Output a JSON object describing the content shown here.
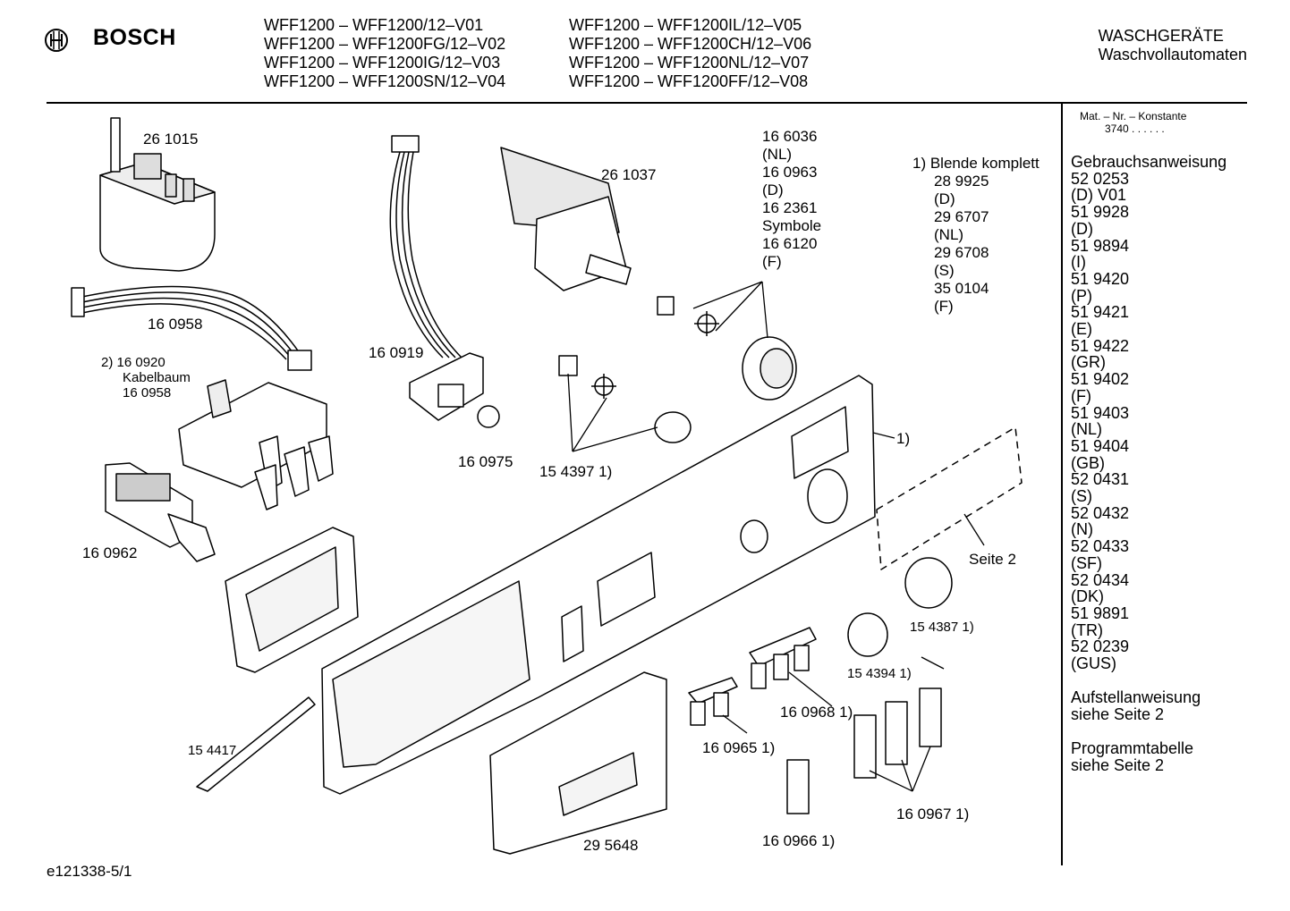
{
  "brand": {
    "name": "BOSCH"
  },
  "header": {
    "models_left": [
      "WFF1200 – WFF1200/12–V01",
      "WFF1200 – WFF1200FG/12–V02",
      "WFF1200 – WFF1200IG/12–V03",
      "WFF1200 – WFF1200SN/12–V04"
    ],
    "models_right": [
      "WFF1200 – WFF1200IL/12–V05",
      "WFF1200 – WFF1200CH/12–V06",
      "WFF1200 – WFF1200NL/12–V07",
      "WFF1200 – WFF1200FF/12–V08"
    ],
    "category": "WASCHGERÄTE",
    "subcategory": "Waschvollautomaten"
  },
  "sidebar": {
    "mat_label": "Mat. – Nr. – Konstante",
    "mat_value": "3740 . . . . . .",
    "manual_title": "Gebrauchsanweisung",
    "manual_entries": [
      "52 0253",
      "(D) V01",
      "51 9928",
      "(D)",
      "51 9894",
      "(I)",
      "51 9420",
      "(P)",
      "51 9421",
      "(E)",
      "51 9422",
      "(GR)",
      "51 9402",
      "(F)",
      "51 9403",
      "(NL)",
      "51 9404",
      "(GB)",
      "52 0431",
      "(S)",
      "52 0432",
      "(N)",
      "52 0433",
      "(SF)",
      "52 0434",
      "(DK)",
      "51 9891",
      "(TR)",
      "52 0239",
      "(GUS)"
    ],
    "install_line1": "Aufstellanweisung",
    "install_line2": "siehe Seite 2",
    "program_line1": "Programmtabelle",
    "program_line2": "siehe Seite 2"
  },
  "parts": {
    "p261015": "26 1015",
    "p160958a": "16 0958",
    "p160920_1": "2) 16 0920",
    "p160920_2": "Kabelbaum",
    "p160920_3": "16 0958",
    "p160962": "16 0962",
    "p160919": "16 0919",
    "p160975": "16 0975",
    "p261037": "26 1037",
    "p154397": "15 4397 1)",
    "knob_codes": [
      "16 6036",
      "(NL)",
      "16 0963",
      "(D)",
      "16 2361",
      "Symbole",
      "16 6120",
      "(F)"
    ],
    "blende": [
      "1) Blende komplett",
      "28 9925",
      "(D)",
      "29 6707",
      "(NL)",
      "29 6708",
      "(S)",
      "35 0104",
      "(F)"
    ],
    "panel_ref": "1)",
    "seite2": "Seite 2",
    "p154387": "15 4387 1)",
    "p154394": "15 4394 1)",
    "p160968": "16 0968 1)",
    "p160965": "16 0965 1)",
    "p154417": "15 4417",
    "p295648": "29 5648",
    "p160966": "16 0966 1)",
    "p160967": "16 0967 1)"
  },
  "footer": {
    "code": "e121338-5/1"
  }
}
